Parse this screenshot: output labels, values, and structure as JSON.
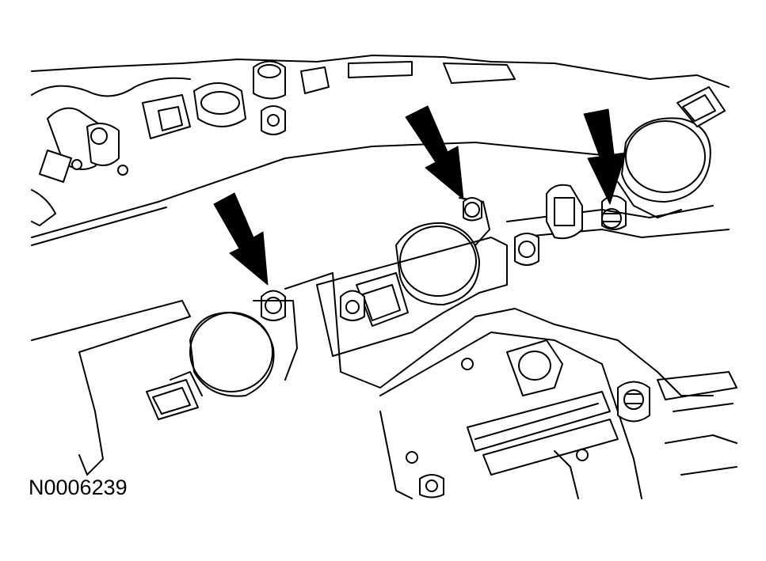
{
  "figure": {
    "code": "N0006239",
    "colors": {
      "line": "#000000",
      "fill": "#ffffff",
      "arrow": "#000000"
    },
    "callout_arrows": [
      {
        "target": "left-bolt"
      },
      {
        "target": "center-bolt"
      },
      {
        "target": "right-bolt"
      }
    ]
  }
}
